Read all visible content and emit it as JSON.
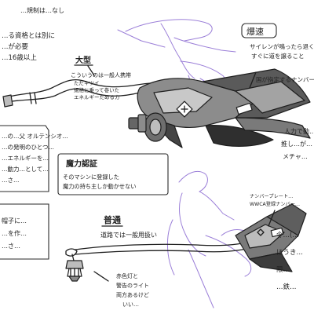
{
  "colors": {
    "ink": "#1e1e1e",
    "body_gray": "#8c8c8c",
    "body_dark": "#444444",
    "body_light": "#c8c8c8",
    "ghost_outline": "#9b7fd8"
  },
  "notes": {
    "top_left": [
      "…規制は…なし",
      "…る資格とは別に",
      "…が必要",
      "…16歳以上"
    ],
    "large_title": "大型",
    "large_desc": [
      "こういうのは一般人携帯",
      "ただキツイ",
      "規格に乗って巻いた",
      "エネルギーためるカ"
    ],
    "bakusoku_title": "爆速",
    "bakusoku_desc": [
      "サイレンが鳴ったら退く",
      "すぐに道を譲ること"
    ],
    "plate_note": "国が指定するナンバー",
    "left_mid": [
      "…の…父 オルテンシオ…",
      "…の発明のひとつ…",
      "…エネルギーを…",
      "…動力…として…",
      "…さ…"
    ],
    "maryoku_title": "魔力認証",
    "maryoku_desc": [
      "そのマシンに登録した",
      "魔力の持ち主しか動かせない"
    ],
    "right_mid": [
      "人力で動…",
      "推し…が…",
      "メチャ…"
    ],
    "left_low": [
      "帽子に…",
      "…を作…",
      "…さ…"
    ],
    "futsuu_title": "普通",
    "futsuu_desc": "道路では一般用扱い",
    "lamp_note": [
      "赤色灯と",
      "警告のライト",
      "両方あるけど",
      "いい…"
    ],
    "number_plate_note": [
      "ナンバープレート…",
      "WWCA登録ナンバー…"
    ],
    "right_low": [
      "令…(…",
      "ほうき…",
      "限…",
      "…鉄…"
    ]
  }
}
